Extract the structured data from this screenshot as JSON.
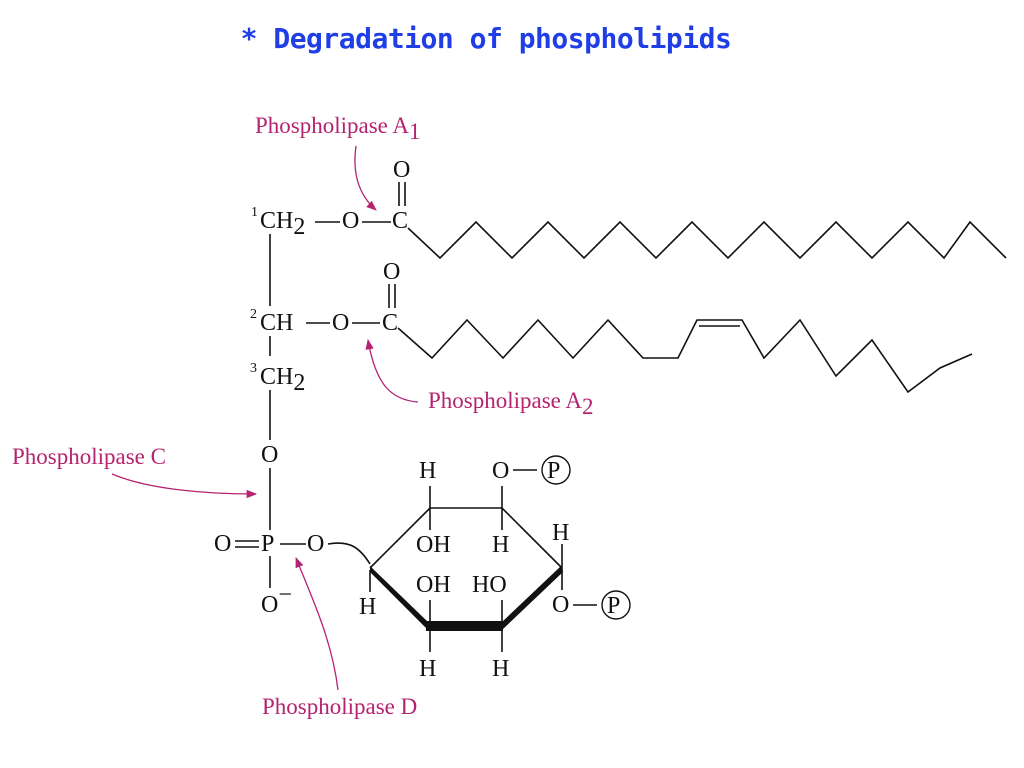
{
  "title": "* Degradation of phospholipids",
  "colors": {
    "title": "#1f3ee6",
    "enzyme": "#b5226f",
    "bond": "#111111"
  },
  "enzymes": {
    "a1": {
      "name": "Phospholipase A",
      "sub": "1"
    },
    "a2": {
      "name": "Phospholipase A",
      "sub": "2"
    },
    "c": {
      "name": "Phospholipase C"
    },
    "d": {
      "name": "Phospholipase D"
    }
  },
  "atoms": {
    "num1": "1",
    "num2": "2",
    "num3": "3",
    "ch": "CH",
    "h2sub": "2",
    "dash": "—",
    "o": "O",
    "c": "C",
    "p": "P",
    "h": "H",
    "oh": "OH",
    "ho": "HO",
    "minus": "−",
    "phosphate": "P"
  }
}
